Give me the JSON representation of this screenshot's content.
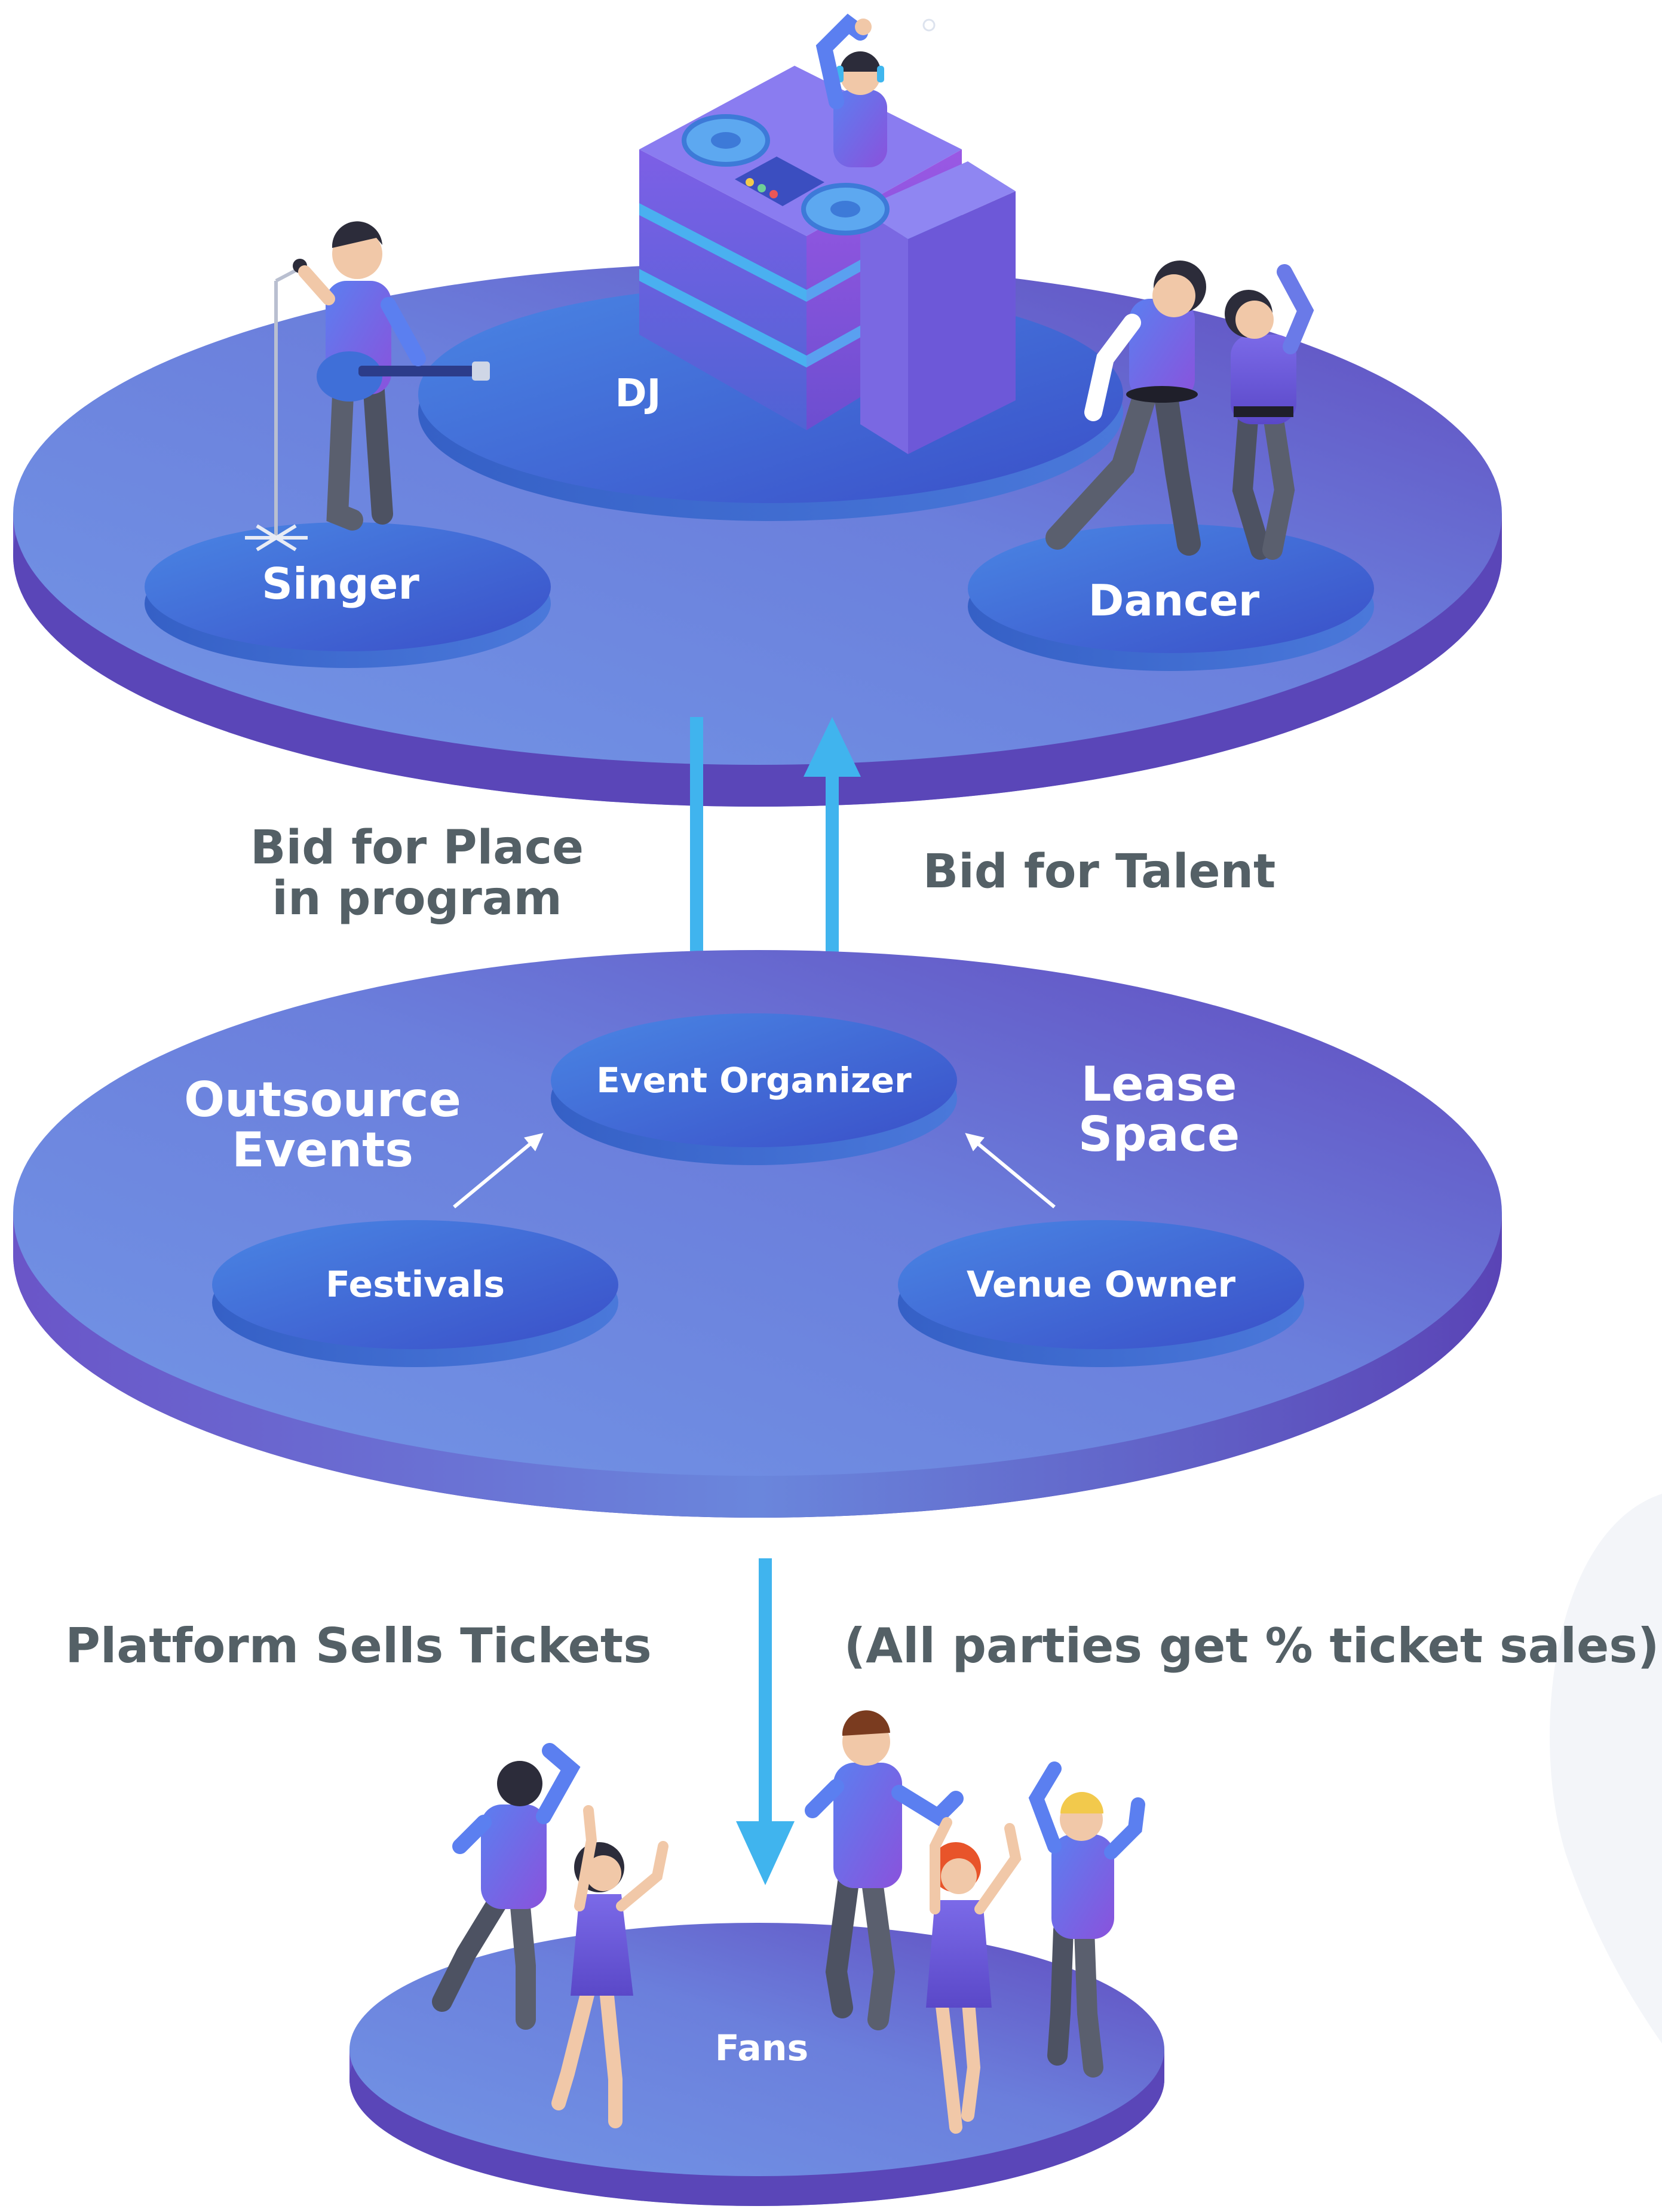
{
  "top_platform": {
    "stages": {
      "dj": "DJ",
      "singer": "Singer",
      "dancer": "Dancer"
    }
  },
  "flows": {
    "bid_place_line1": "Bid for Place",
    "bid_place_line2": "in program",
    "bid_talent": "Bid for Talent",
    "platform_sells": "Platform Sells Tickets",
    "all_parties": "(All parties get % ticket sales)"
  },
  "middle_platform": {
    "event_organizer": "Event Organizer",
    "outsource_line1": "Outsource",
    "outsource_line2": "Events",
    "lease_line1": "Lease",
    "lease_line2": "Space",
    "festivals": "Festivals",
    "venue_owner": "Venue Owner"
  },
  "bottom_platform": {
    "fans": "Fans"
  },
  "colors": {
    "platform_top": "#6a6bd4",
    "platform_side": "#5848b8",
    "disc_top": "#3f6fd8",
    "arrow_blue": "#40b4ee",
    "text_grey": "#546066"
  }
}
